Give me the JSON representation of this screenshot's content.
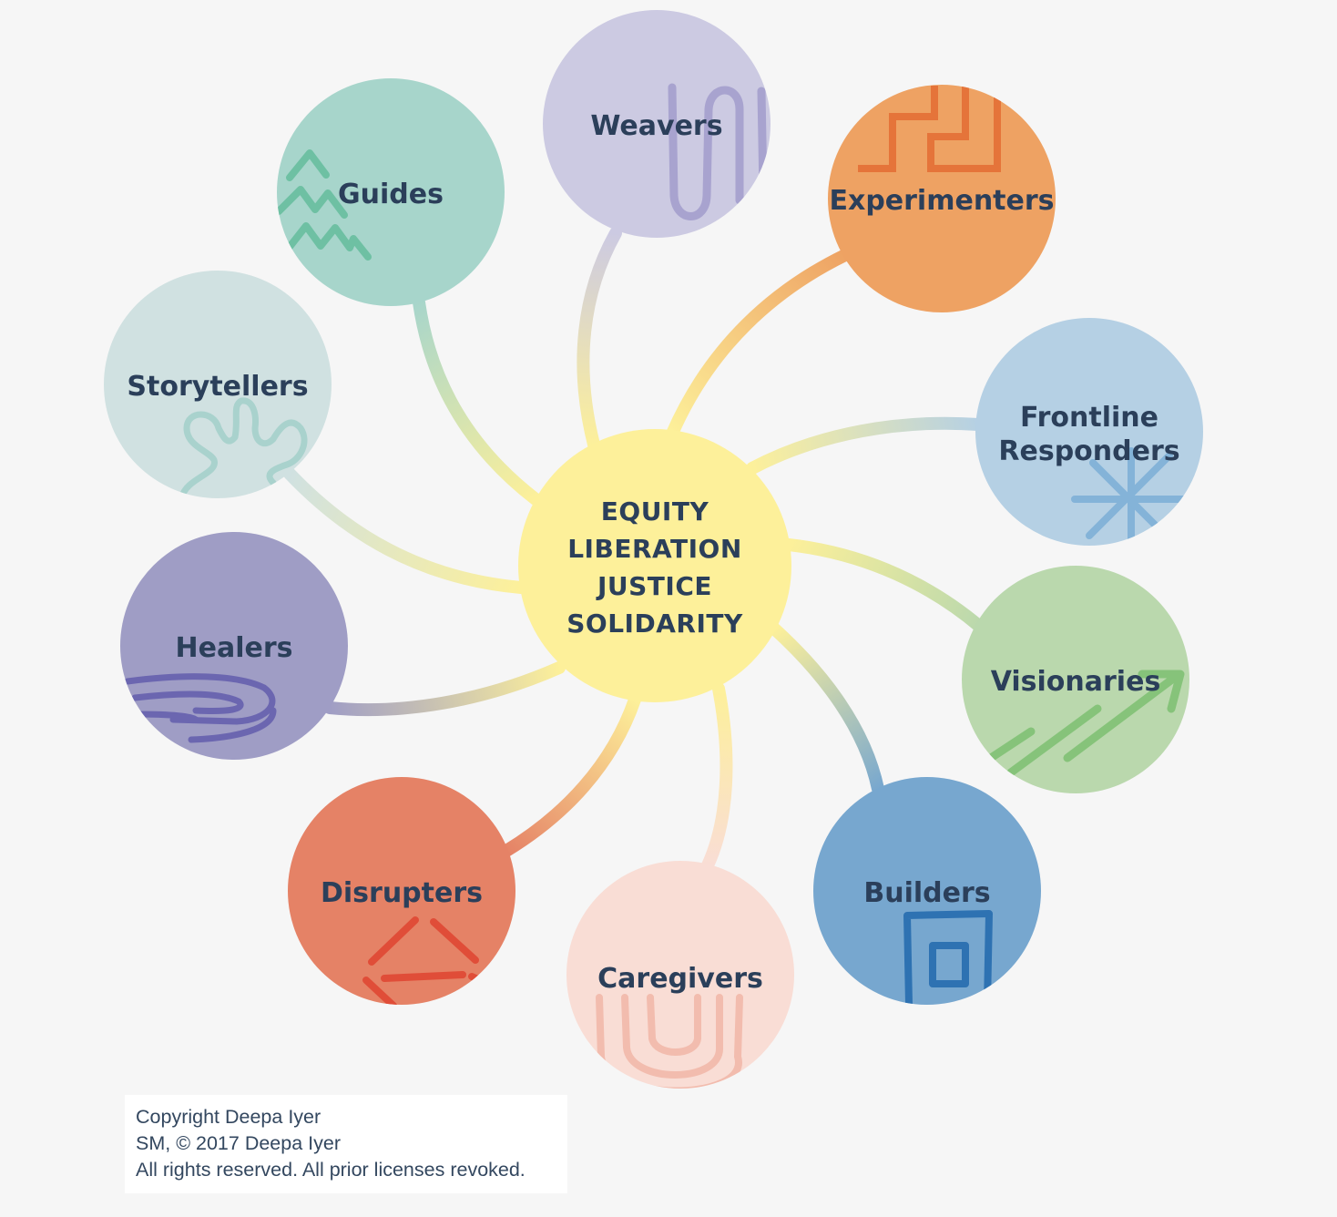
{
  "center": {
    "lines": [
      "EQUITY",
      "LIBERATION",
      "JUSTICE",
      "SOLIDARITY"
    ],
    "color": "#fdf09a"
  },
  "roles": {
    "weavers": {
      "lines": [
        "Weavers"
      ],
      "color": "#cccae2",
      "accent": "#a8a3cf"
    },
    "experimenters": {
      "lines": [
        "Experimenters"
      ],
      "color": "#eea263",
      "accent": "#e5743a"
    },
    "frontline": {
      "lines": [
        "Frontline",
        "Responders"
      ],
      "color": "#b5d0e4",
      "accent": "#84b3d8"
    },
    "visionaries": {
      "lines": [
        "Visionaries"
      ],
      "color": "#bad8ad",
      "accent": "#86c37a"
    },
    "builders": {
      "lines": [
        "Builders"
      ],
      "color": "#77a7cf",
      "accent": "#2e72b2"
    },
    "caregivers": {
      "lines": [
        "Caregivers"
      ],
      "color": "#f9ddd5",
      "accent": "#f2bcae"
    },
    "disrupters": {
      "lines": [
        "Disrupters"
      ],
      "color": "#e58266",
      "accent": "#e04d38"
    },
    "healers": {
      "lines": [
        "Healers"
      ],
      "color": "#9f9dc5",
      "accent": "#6b66b0"
    },
    "storytellers": {
      "lines": [
        "Storytellers"
      ],
      "color": "#d0e1e1",
      "accent": "#a9d2cd"
    },
    "guides": {
      "lines": [
        "Guides"
      ],
      "color": "#a7d5cb",
      "accent": "#6ec0a3"
    }
  },
  "copyright": {
    "line1": "Copyright Deepa Iyer",
    "line2": "SM, © 2017 Deepa Iyer",
    "line3": "All rights reserved. All prior licenses revoked."
  }
}
